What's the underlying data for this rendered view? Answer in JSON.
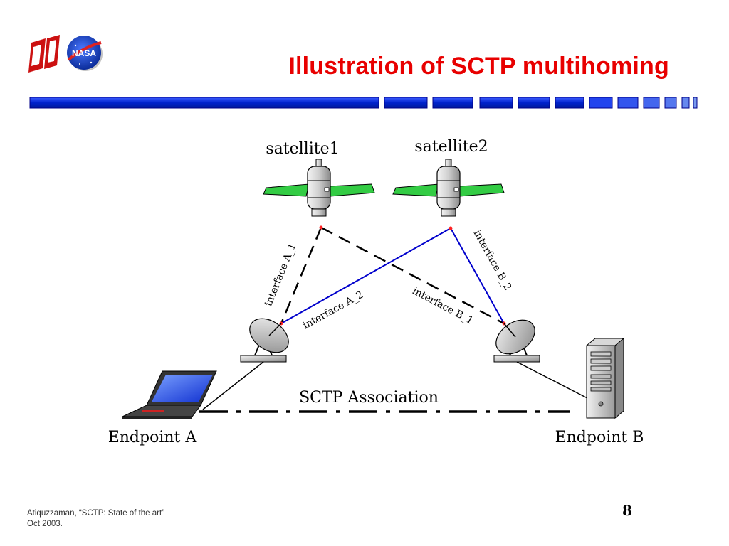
{
  "slide": {
    "title": "Illustration of SCTP multihoming",
    "footer_line1": "Atiquzzaman, “SCTP: State of the art”",
    "footer_line2": "Oct 2003.",
    "page_number": "8",
    "nasa_logo_text": "NASA"
  },
  "colors": {
    "title": "#e80000",
    "bar_blue": "#0022cc",
    "link_blue": "#0000cc",
    "panel_green": "#22cc44",
    "ou_red": "#cc1111"
  },
  "diagram": {
    "satellite1_label": "satellite1",
    "satellite2_label": "satellite2",
    "interface_a1": "interface A_1",
    "interface_a2": "interface A_2",
    "interface_b1": "interface B_1",
    "interface_b2": "interface B_2",
    "association_label": "SCTP Association",
    "endpoint_a": "Endpoint A",
    "endpoint_b": "Endpoint B"
  }
}
